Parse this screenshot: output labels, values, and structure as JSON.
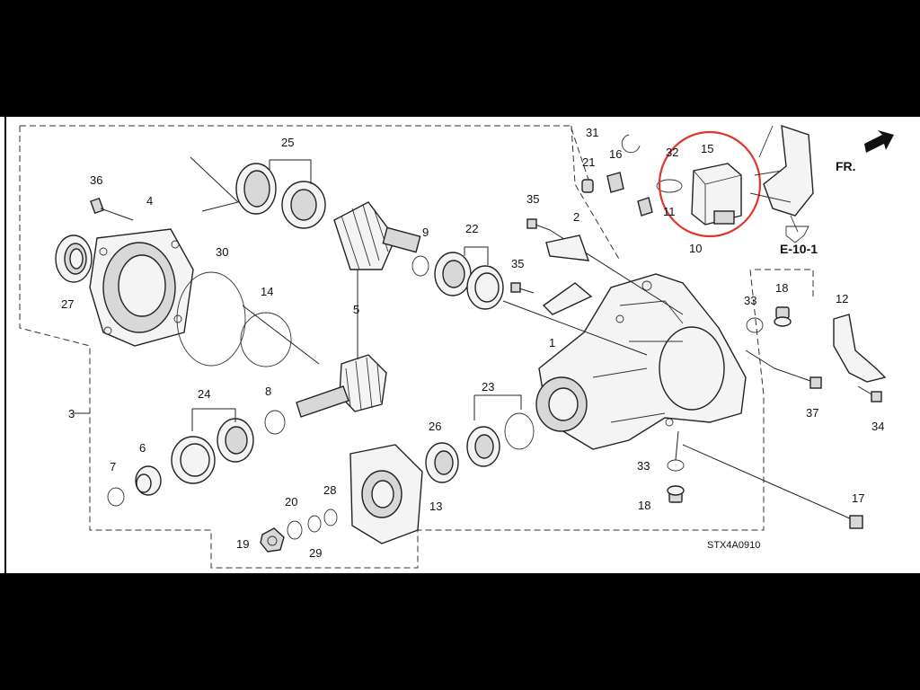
{
  "diagram": {
    "callouts": [
      "1",
      "2",
      "3",
      "4",
      "5",
      "6",
      "7",
      "8",
      "9",
      "10",
      "11",
      "12",
      "13",
      "14",
      "15",
      "16",
      "17",
      "18",
      "19",
      "20",
      "21",
      "22",
      "23",
      "24",
      "25",
      "26",
      "27",
      "28",
      "29",
      "30",
      "31",
      "32",
      "33",
      "34",
      "35",
      "36",
      "37"
    ],
    "reference_code": "STX4A0910",
    "direction_label": "FR.",
    "section_ref": "E-10-1",
    "highlight_color": "#e0352b",
    "line_color": "#222222"
  }
}
